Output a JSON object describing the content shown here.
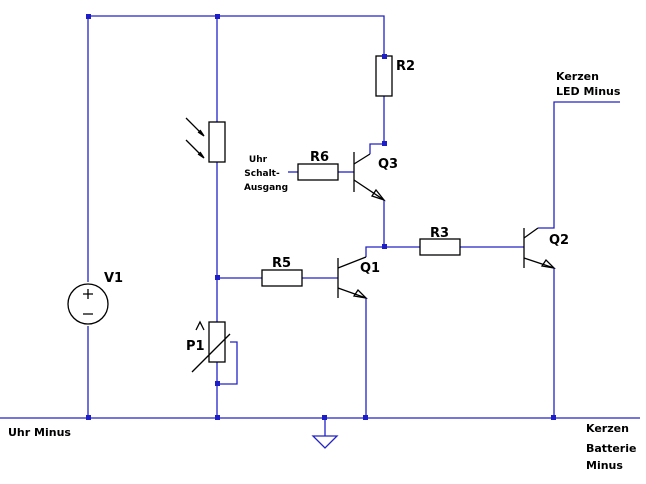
{
  "components": {
    "v1": "V1",
    "r2": "R2",
    "r3": "R3",
    "r5": "R5",
    "r6": "R6",
    "p1": "P1",
    "q1": "Q1",
    "q2": "Q2",
    "q3": "Q3"
  },
  "nets": {
    "uhr_minus": "Uhr Minus",
    "uhr_schalt_1": "Uhr",
    "uhr_schalt_2": "Schalt-",
    "uhr_schalt_3": "Ausgang",
    "kerzen_led_1": "Kerzen",
    "kerzen_led_2": "LED Minus",
    "kerzen_batt_1": "Kerzen",
    "kerzen_batt_2": "Batterie",
    "kerzen_batt_3": "Minus"
  },
  "colors": {
    "wire": "#2323c8",
    "junction": "#1e1ec8",
    "component": "#000000"
  }
}
